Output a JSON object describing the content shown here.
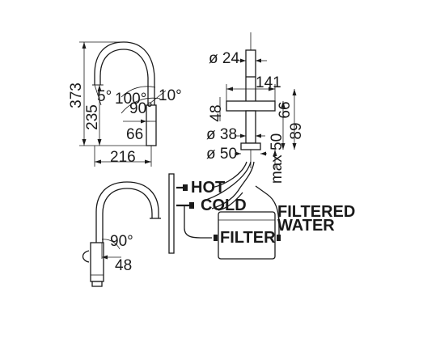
{
  "dimensions": {
    "height_total": "373",
    "height_spout": "235",
    "width_reach": "216",
    "lever_offset": "66",
    "swivel_angle_5": "5°",
    "swivel_angle_100": "100°",
    "swivel_angle_90_top": "90°",
    "swivel_angle_10": "10°",
    "diameter_24": "ø 24",
    "width_141": "141",
    "height_48_front": "48",
    "height_66_front": "66",
    "height_89": "89",
    "diameter_38": "ø 38",
    "max_50": "max 50",
    "diameter_50": "ø 50",
    "lever_angle_90": "90°",
    "lever_offset_48": "48"
  },
  "labels": {
    "hot": "HOT",
    "cold": "COLD",
    "filtered": "FILTERED",
    "water": "WATER",
    "filter": "FILTER"
  }
}
